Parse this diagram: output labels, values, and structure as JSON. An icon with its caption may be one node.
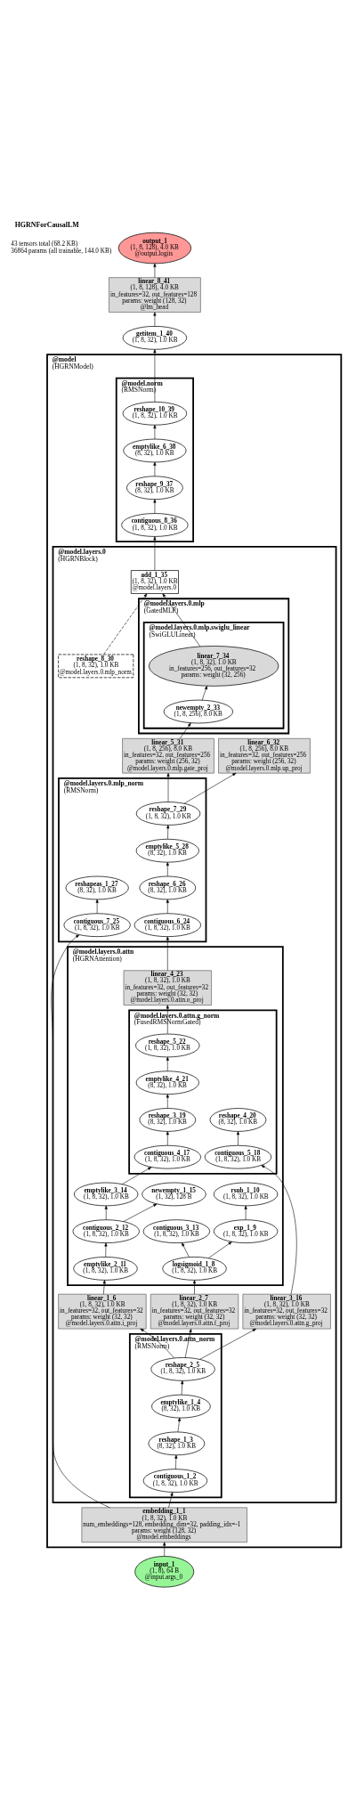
{
  "diagram": {
    "title": "HGRNForCausalLM",
    "labels": [
      "43 tensors total (68.2 KB)",
      "36864 params (all trainable, 144.0 KB)"
    ],
    "nodes": [
      {
        "text": [
          "output_1",
          "(1, 8, 128), 4.0 KB",
          "@output.logits"
        ]
      },
      {
        "text": [
          "linear_8_41",
          "(1, 8, 128), 4.0 KB",
          "in_features=32, out_features=128",
          "params: weight (128, 32)",
          "@lm_head"
        ]
      },
      {
        "text": [
          "getitem_1_40",
          "(1, 8, 32), 1.0 KB"
        ]
      },
      {
        "text": [
          "@model",
          "(HGRNModel)"
        ]
      },
      {
        "text": [
          "@model.norm",
          "(RMSNorm)"
        ],
        "in": 3
      },
      {
        "text": [
          "reshape_10_39",
          "(1, 8, 32), 1.0 KB"
        ],
        "in": 4
      },
      {
        "text": [
          "emptylike_6_38",
          "(8, 32), 1.0 KB"
        ],
        "in": 4
      },
      {
        "text": [
          "reshape_9_37",
          "(8, 32), 1.0 KB"
        ],
        "in": 4
      },
      {
        "text": [
          "contiguous_8_36",
          "(1, 8, 32), 1.0 KB"
        ],
        "in": 4
      },
      {
        "text": [
          "@model.layers.0",
          "(HGRNBlock)"
        ],
        "in": 3
      },
      {
        "text": [
          "add_1_35",
          "(1, 8, 32), 1.0 KB",
          "@model.layers.0"
        ],
        "in": 9
      },
      {
        "text": [
          "@model.layers.0.mlp",
          "(GatedMLP)"
        ],
        "in": 9
      },
      {
        "text": [
          "@model.layers.0.mlp.swiglu_linear",
          "(SwiGLULinear)"
        ],
        "in": 11
      },
      {
        "text": [
          "reshape_8_30",
          "(1, 8, 32), 1.0 KB",
          "@model.layers.0.mlp_norm"
        ],
        "in": 9
      },
      {
        "text": [
          "linear_7_34",
          "(1, 8, 32), 1.0 KB",
          "in_features=256, out_features=32",
          "params: weight (32, 256)"
        ],
        "in": 12
      },
      {
        "text": [
          "newempty_2_33",
          "(1, 8, 256), 8.0 KB"
        ],
        "in": 12
      },
      {
        "text": [
          "linear_5_31",
          "(1, 8, 256), 8.0 KB",
          "in_features=32, out_features=256",
          "params: weight (256, 32)",
          "@model.layers.0.mlp.gate_proj"
        ],
        "in": 9
      },
      {
        "text": [
          "linear_6_32",
          "(1, 8, 256), 8.0 KB",
          "in_features=32, out_features=256",
          "params: weight (256, 32)",
          "@model.layers.0.mlp.up_proj"
        ],
        "in": 9
      },
      {
        "text": [
          "@model.layers.0.mlp_norm",
          "(RMSNorm)"
        ],
        "in": 9
      },
      {
        "text": [
          "reshape_7_29",
          "(1, 8, 32), 1.0 KB"
        ],
        "in": 18
      },
      {
        "text": [
          "emptylike_5_28",
          "(8, 32), 1.0 KB"
        ],
        "in": 18
      },
      {
        "text": [
          "reshape_6_26",
          "(8, 32), 1.0 KB"
        ],
        "in": 18
      },
      {
        "text": [
          "reshapeas_1_27",
          "(8, 32), 1.0 KB"
        ],
        "in": 18
      },
      {
        "text": [
          "contiguous_6_24",
          "(1, 8, 32), 1.0 KB"
        ],
        "in": 18
      },
      {
        "text": [
          "contiguous_7_25",
          "(1, 8, 32), 1.0 KB"
        ],
        "in": 18
      },
      {
        "text": [
          "@model.layers.0.attn",
          "(HGRNAttention)"
        ],
        "in": 9
      },
      {
        "text": [
          "linear_4_23",
          "(1, 8, 32), 1.0 KB",
          "in_features=32, out_features=32",
          "params: weight (32, 32)",
          "@model.layers.0.attn.o_proj"
        ],
        "in": 25
      },
      {
        "text": [
          "@model.layers.0.attn.g_norm",
          "(FusedRMSNormGated)"
        ],
        "in": 25
      },
      {
        "text": [
          "reshape_5_22",
          "(1, 8, 32), 1.0 KB"
        ],
        "in": 27
      },
      {
        "text": [
          "emptylike_4_21",
          "(8, 32), 1.0 KB"
        ],
        "in": 27
      },
      {
        "text": [
          "reshape_3_19",
          "(8, 32), 1.0 KB"
        ],
        "in": 27
      },
      {
        "text": [
          "reshape_4_20",
          "(8, 32), 1.0 KB"
        ],
        "in": 27
      },
      {
        "text": [
          "contiguous_4_17",
          "(1, 8, 32), 1.0 KB"
        ],
        "in": 27
      },
      {
        "text": [
          "contiguous_5_18",
          "(1, 8, 32), 1.0 KB"
        ],
        "in": 27
      },
      {
        "text": [
          "emptylike_3_14",
          "(1, 8, 32), 1.0 KB"
        ],
        "in": 25
      },
      {
        "text": [
          "newempty_1_15",
          "(1, 32), 128 B"
        ],
        "in": 25
      },
      {
        "text": [
          "rsub_1_10",
          "(1, 8, 32), 1.0 KB"
        ],
        "in": 25
      },
      {
        "text": [
          "contiguous_2_12",
          "(1, 8, 32), 1.0 KB"
        ],
        "in": 25
      },
      {
        "text": [
          "exp_1_9",
          "(1, 8, 32), 1.0 KB"
        ],
        "in": 25
      },
      {
        "text": [
          "contiguous_3_13",
          "(1, 8, 32), 1.0 KB"
        ],
        "in": 25
      },
      {
        "text": [
          "emptylike_2_11",
          "(1, 8, 32), 1.0 KB"
        ],
        "in": 25
      },
      {
        "text": [
          "logsigmoid_1_8",
          "(1, 8, 32), 1.0 KB"
        ],
        "in": 25
      },
      {
        "text": [
          "linear_1_6",
          "(1, 8, 32), 1.0 KB",
          "in_features=32, out_features=32",
          "params: weight (32, 32)",
          "@model.layers.0.attn.i_proj"
        ],
        "in": 9
      },
      {
        "text": [
          "linear_2_7",
          "(1, 8, 32), 1.0 KB",
          "in_features=32, out_features=32",
          "params: weight (32, 32)",
          "@model.layers.0.attn.f_proj"
        ],
        "in": 9
      },
      {
        "text": [
          "linear_3_16",
          "(1, 8, 32), 1.0 KB",
          "in_features=32, out_features=32",
          "params: weight (32, 32)",
          "@model.layers.0.attn.g_proj"
        ],
        "in": 9
      },
      {
        "text": [
          "@model.layers.0.attn_norm",
          "(RMSNorm)"
        ],
        "in": 9
      },
      {
        "text": [
          "reshape_2_5",
          "(1, 8, 32), 1.0 KB"
        ],
        "in": 45
      },
      {
        "text": [
          "emptylike_1_4",
          "(8, 32), 1.0 KB"
        ],
        "in": 45
      },
      {
        "text": [
          "reshape_1_3",
          "(8, 32), 1.0 KB"
        ],
        "in": 45
      },
      {
        "text": [
          "contiguous_1_2",
          "(1, 8, 32), 1.0 KB"
        ],
        "in": 45
      },
      {
        "text": [
          "embedding_1_1",
          "(1, 8, 32), 1.0 KB",
          "num_embeddings=128, embedding_dim=32, padding_idx=-1",
          "params: weight (128, 32)",
          "@model.embeddings"
        ],
        "in": 3
      },
      {
        "text": [
          "input_1",
          "(1, 8), 64 B",
          "@input.args_0"
        ]
      }
    ],
    "edges": [
      {
        "from": 51,
        "to": 50,
        "arrow": "to"
      },
      {
        "from": 50,
        "to": 49,
        "arrow": "to"
      },
      {
        "from": 50,
        "to": 24,
        "arrow": "to"
      },
      {
        "from": 49,
        "to": 48,
        "arrow": "to"
      },
      {
        "from": 48,
        "to": 47,
        "arrow": "to"
      },
      {
        "from": 47,
        "to": 46,
        "arrow": "to"
      },
      {
        "from": 46,
        "to": 42,
        "arrow": "to"
      },
      {
        "from": 46,
        "to": 43,
        "arrow": "to"
      },
      {
        "from": 46,
        "to": 44,
        "arrow": "to"
      },
      {
        "from": 42,
        "to": 40,
        "arrow": "to"
      },
      {
        "from": 43,
        "to": 41,
        "arrow": "to"
      },
      {
        "from": 44,
        "to": 33,
        "arrow": "to"
      },
      {
        "from": 40,
        "to": 37,
        "arrow": "to"
      },
      {
        "from": 41,
        "to": 38,
        "arrow": "to"
      },
      {
        "from": 41,
        "to": 39,
        "arrow": "to"
      },
      {
        "from": 37,
        "to": 34,
        "arrow": "to"
      },
      {
        "from": 37,
        "to": 35,
        "arrow": "to"
      },
      {
        "from": 38,
        "to": 36,
        "arrow": "to"
      },
      {
        "from": 34,
        "to": 32,
        "arrow": "to"
      },
      {
        "from": 32,
        "to": 30,
        "arrow": "to"
      },
      {
        "from": 33,
        "to": 31,
        "arrow": "to"
      },
      {
        "from": 30,
        "to": 29,
        "arrow": "to"
      },
      {
        "from": 29,
        "to": 28,
        "arrow": "to"
      },
      {
        "from": 28,
        "to": 26,
        "arrow": "to"
      },
      {
        "from": 26,
        "to": 23,
        "arrow": "to"
      },
      {
        "from": 23,
        "to": 21,
        "arrow": "to"
      },
      {
        "from": 24,
        "to": 22,
        "arrow": "to"
      },
      {
        "from": 21,
        "to": 20,
        "arrow": "to"
      },
      {
        "from": 20,
        "to": 19,
        "arrow": "to"
      },
      {
        "from": 19,
        "to": 16,
        "arrow": "to"
      },
      {
        "from": 19,
        "to": 17,
        "arrow": "to"
      },
      {
        "from": 16,
        "to": 15,
        "arrow": "to"
      },
      {
        "from": 15,
        "to": 14,
        "arrow": "to"
      },
      {
        "from": 14,
        "to": 10,
        "arrow": "to"
      },
      {
        "from": 13,
        "to": 10,
        "arrow": "to",
        "style": "dashed"
      },
      {
        "from": 10,
        "to": 8,
        "arrow": "to"
      },
      {
        "from": 8,
        "to": 7,
        "arrow": "to"
      },
      {
        "from": 7,
        "to": 6,
        "arrow": "to"
      },
      {
        "from": 6,
        "to": 5,
        "arrow": "to"
      },
      {
        "from": 5,
        "to": 2,
        "arrow": "to"
      },
      {
        "from": 2,
        "to": 1,
        "arrow": "to"
      },
      {
        "from": 1,
        "to": 0,
        "arrow": "to"
      }
    ]
  }
}
